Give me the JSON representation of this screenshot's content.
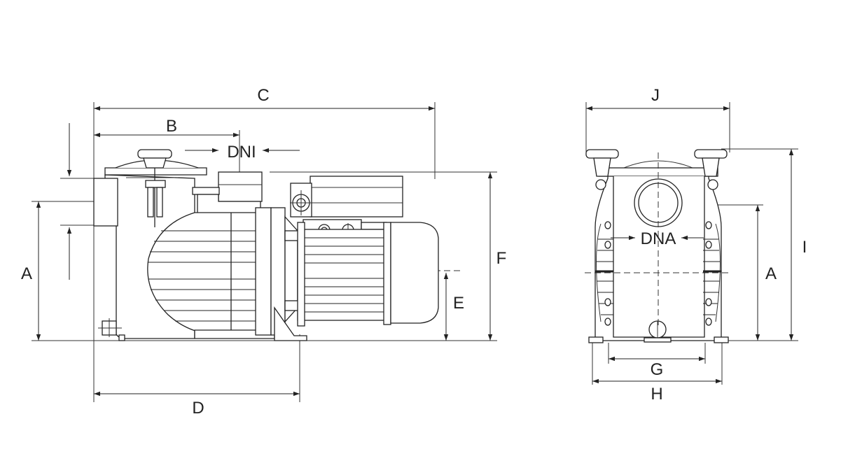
{
  "labels": {
    "A": "A",
    "B": "B",
    "C": "C",
    "D": "D",
    "E": "E",
    "F": "F",
    "G": "G",
    "H": "H",
    "I": "I",
    "J": "J",
    "DNI": "DNI",
    "DNA": "DNA"
  },
  "colors": {
    "line": "#222222",
    "background": "#ffffff"
  }
}
